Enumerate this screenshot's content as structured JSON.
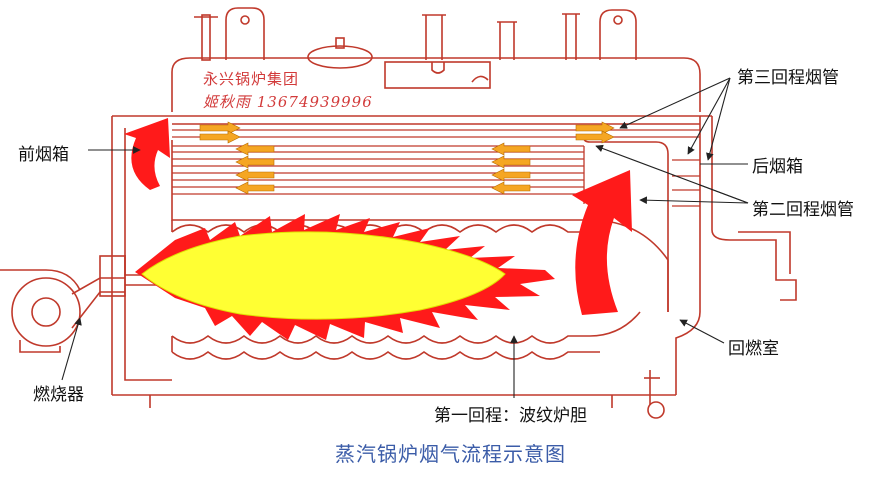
{
  "brand": {
    "company": "永兴锅炉集团",
    "contact": "姬秋雨 13674939996"
  },
  "labels": {
    "front_smoke_box": "前烟箱",
    "rear_smoke_box": "后烟箱",
    "third_pass_tubes": "第三回程烟管",
    "second_pass_tubes": "第二回程烟管",
    "return_chamber": "回燃室",
    "burner": "燃烧器",
    "first_pass_furnace": "第一回程：波纹炉胆"
  },
  "caption": "蒸汽锅炉烟气流程示意图",
  "colors": {
    "outline": "#c0392b",
    "flame_outer": "#ff1a1a",
    "flame_core": "#ffff33",
    "tube_arrow": "#f5a623",
    "caption": "#3b5ca8"
  }
}
